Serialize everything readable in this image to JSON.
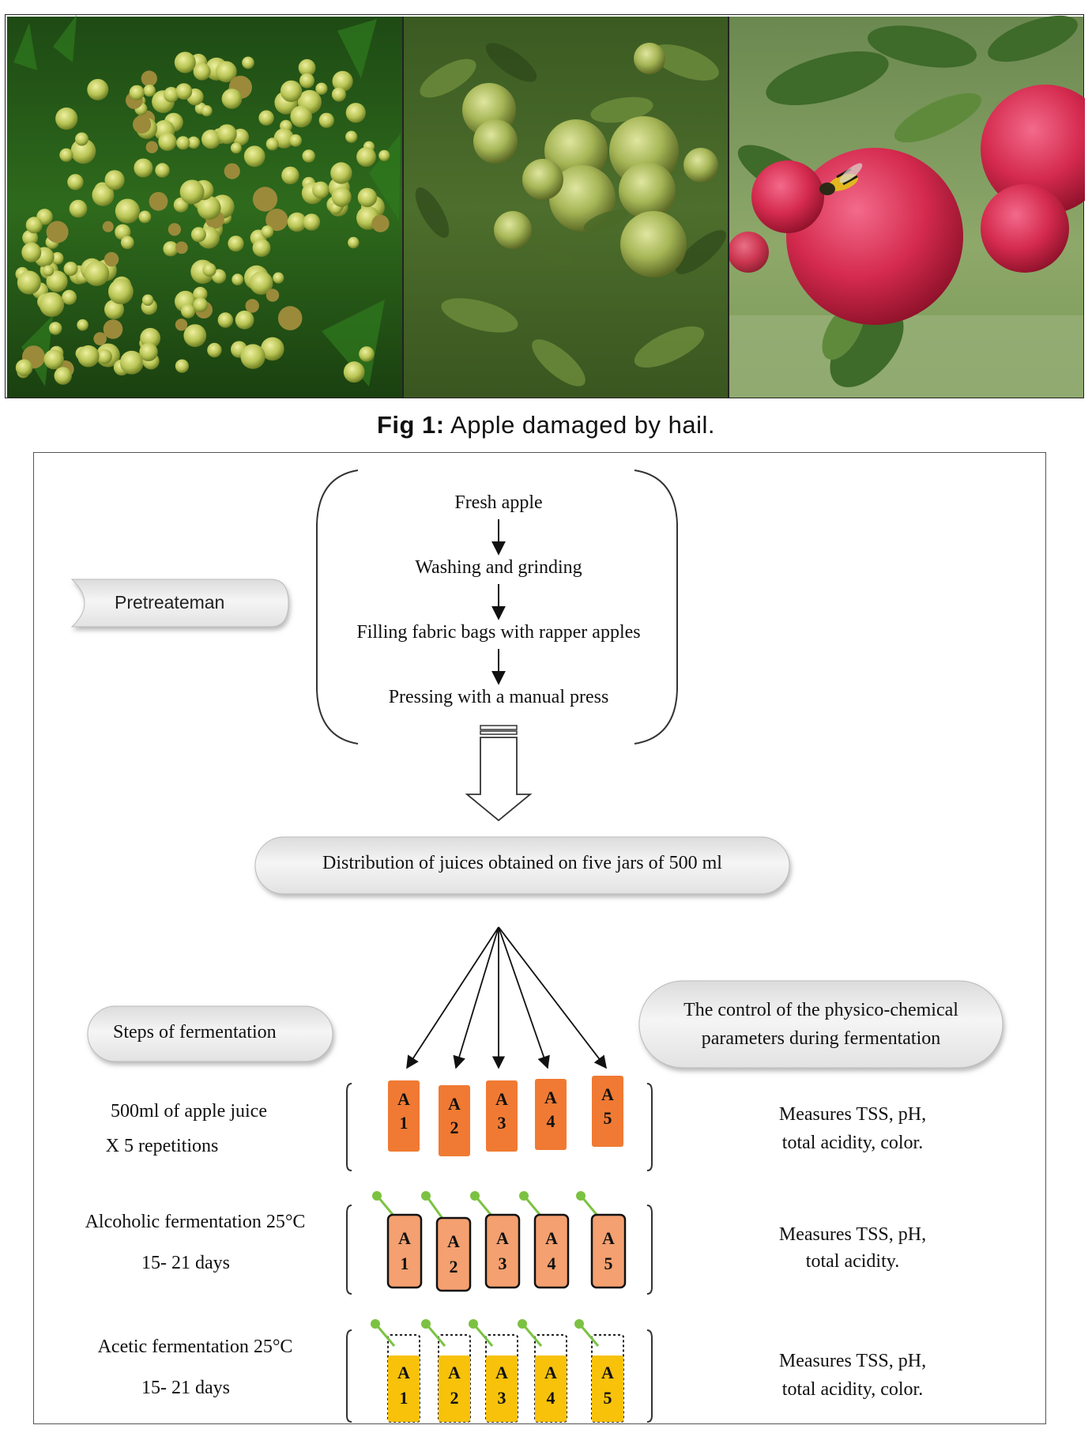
{
  "caption": {
    "label": "Fig 1:",
    "text": "Apple damaged by hail."
  },
  "photos": [
    {
      "subject": "fallen-apples-on-grass"
    },
    {
      "subject": "green-apples-on-tree"
    },
    {
      "subject": "red-apples-with-wasp"
    }
  ],
  "pretreatment": {
    "pill": "Pretreateman",
    "steps": [
      "Fresh apple",
      "Washing and grinding",
      "Filling fabric bags with rapper apples",
      "Pressing with a manual press"
    ]
  },
  "distribution": "Distribution of juices obtained on five jars of 500 ml",
  "fermentation_pill": "Steps of fermentation",
  "control_pill": {
    "line1": "The control of the physico-chemical",
    "line2": "parameters during fermentation"
  },
  "stages": [
    {
      "left1": "500ml of  apple juice",
      "left2": "X 5 repetitions",
      "right1": "Measures TSS, pH,",
      "right2": "total acidity, color."
    },
    {
      "left1": "Alcoholic fermentation 25°C",
      "left2": "15- 21 days",
      "right1": "Measures TSS, pH,",
      "right2": "total acidity."
    },
    {
      "left1": "Acetic fermentation 25°C",
      "left2": "15- 21 days",
      "right1": "Measures TSS, pH,",
      "right2": "total acidity, color."
    }
  ],
  "jars": [
    {
      "letter": "A",
      "number": "1"
    },
    {
      "letter": "A",
      "number": "2"
    },
    {
      "letter": "A",
      "number": "3"
    },
    {
      "letter": "A",
      "number": "4"
    },
    {
      "letter": "A",
      "number": "5"
    }
  ],
  "colors": {
    "jar_orange": "#f07a33",
    "jar_light_orange": "#f4a070",
    "jar_yellow": "#f8c20a",
    "airlock_green": "#7cc242",
    "pill_fill": "#ececec"
  }
}
